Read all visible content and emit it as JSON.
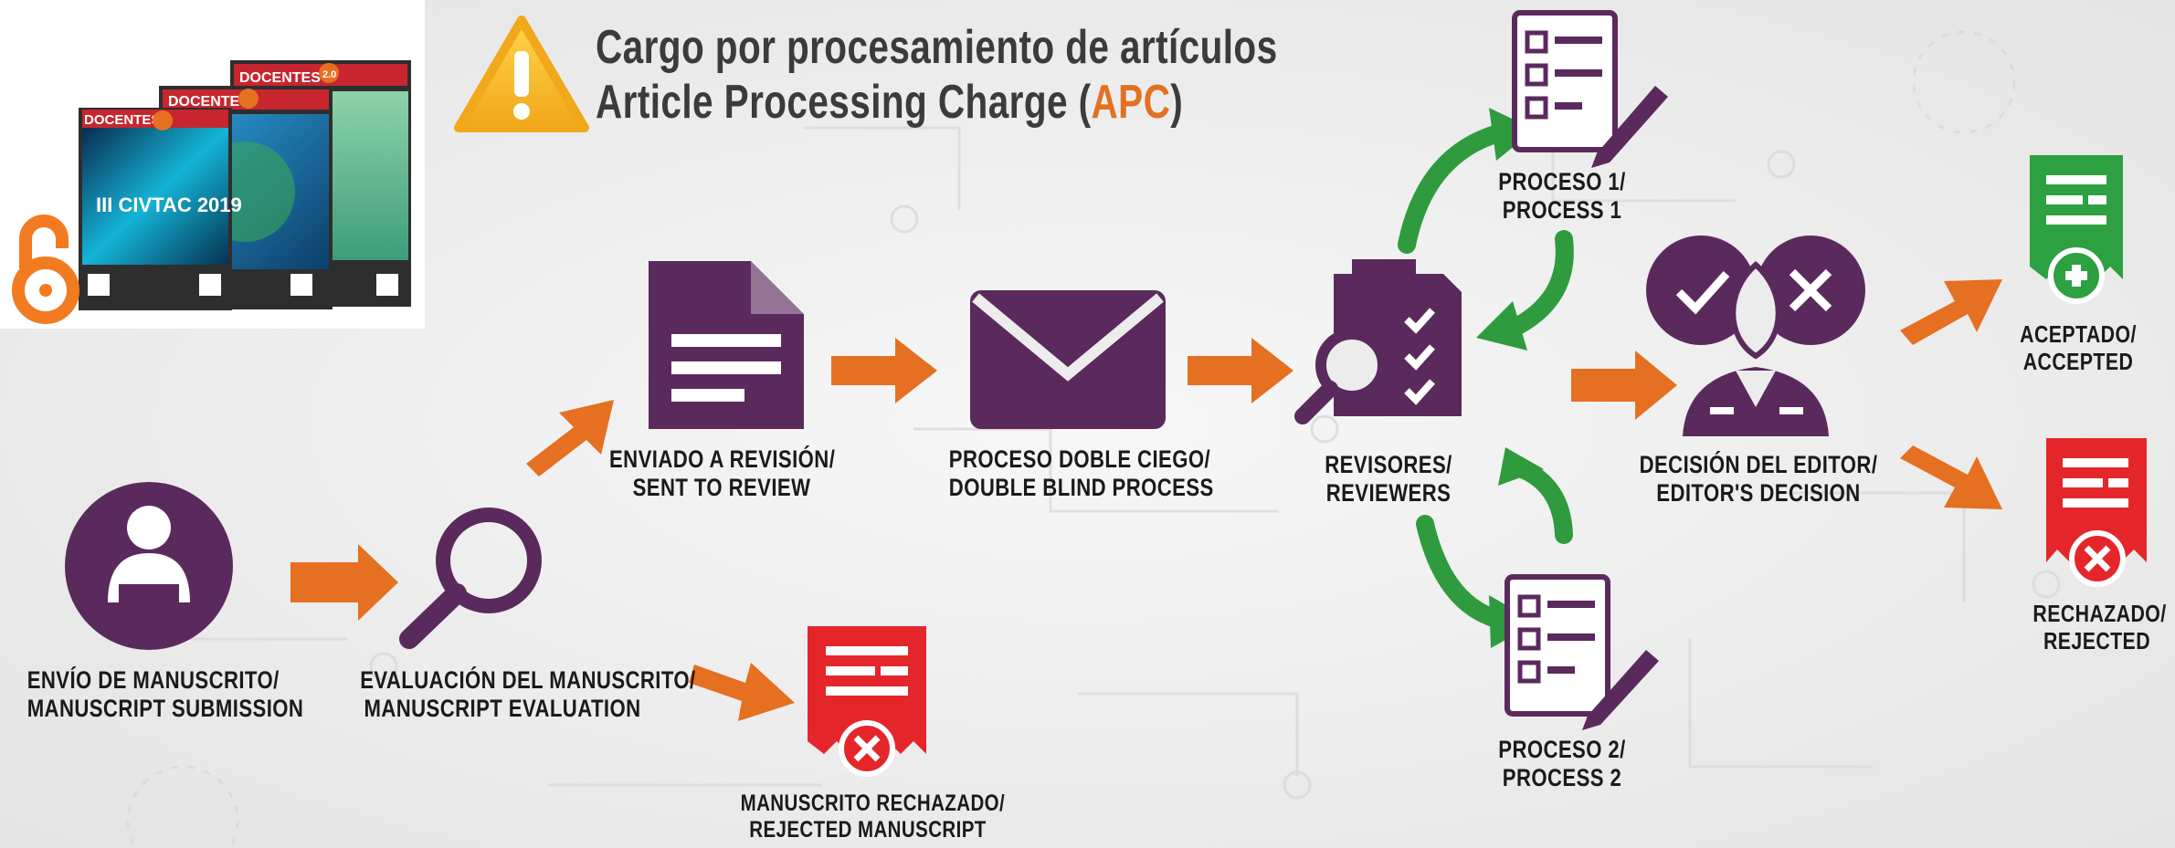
{
  "title": {
    "line1": "Cargo por procesamiento de artículos",
    "line2_prefix": "Article Processing Charge (",
    "line2_highlight": "APC",
    "line2_suffix": ")"
  },
  "journal_covers": {
    "brand": "DOCENTES",
    "version_badge": "2.0",
    "cover_headline": "III CIVTAC 2019"
  },
  "nodes": {
    "submission": {
      "line1": "Envío de manuscrito/",
      "line2": "Manuscript submission"
    },
    "evaluation": {
      "line1": "Evaluación del manuscrito/",
      "line2": "Manuscript evaluation"
    },
    "rejected_manuscript": {
      "line1": "Manuscrito rechazado/",
      "line2": "Rejected manuscript"
    },
    "sent_to_review": {
      "line1": "Enviado a revisión/",
      "line2": "Sent to review"
    },
    "double_blind": {
      "line1": "Proceso doble ciego/",
      "line2": "Double blind process"
    },
    "reviewers": {
      "line1": "Revisores/",
      "line2": "Reviewers"
    },
    "process1": {
      "line1": "Proceso 1/",
      "line2": "Process 1"
    },
    "process2": {
      "line1": "Proceso 2/",
      "line2": "Process 2"
    },
    "editor_decision": {
      "line1": "Decisión del editor/",
      "line2": "Editor's decision"
    },
    "accepted": {
      "line1": "Aceptado/",
      "line2": "Accepted"
    },
    "rejected": {
      "line1": "Rechazado/",
      "line2": "Rejected"
    }
  },
  "colors": {
    "purple": "#5a2a5d",
    "orange": "#e57021",
    "green": "#2f9b3e",
    "red": "#e4262b",
    "warning_yellow": "#f5b921",
    "accepted_green": "#2da041"
  },
  "icons": [
    "warning-icon",
    "open-access-icon",
    "person-icon",
    "magnifier-icon",
    "document-icon",
    "envelope-icon",
    "reviewer-checklist-icon",
    "form-pen-icon",
    "editor-icon",
    "accepted-doc-icon",
    "rejected-doc-icon"
  ]
}
